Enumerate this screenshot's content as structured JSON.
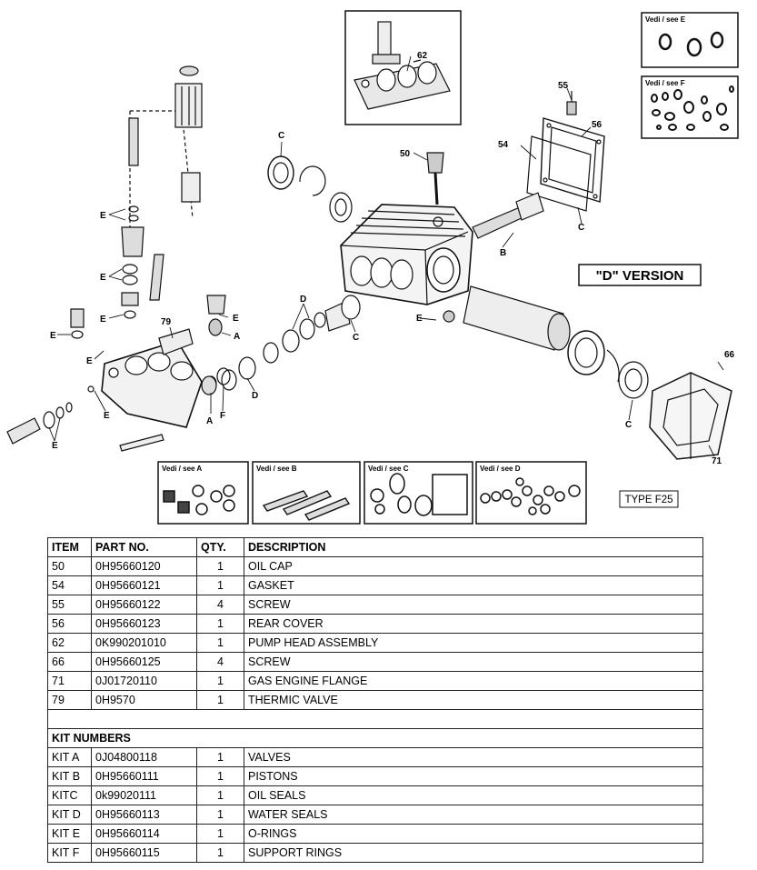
{
  "diagram": {
    "version_label": "\"D\" VERSION",
    "type_label": "TYPE F25",
    "kit_boxes": [
      {
        "title": "Vedi / see A"
      },
      {
        "title": "Vedi / see B"
      },
      {
        "title": "Vedi / see C"
      },
      {
        "title": "Vedi / see D"
      },
      {
        "title": "Vedi / see E"
      },
      {
        "title": "Vedi / see F"
      }
    ],
    "callouts": {
      "item_62": "62",
      "item_55": "55",
      "item_56": "56",
      "item_50": "50",
      "item_54": "54",
      "item_79": "79",
      "item_66": "66",
      "item_71": "71",
      "letter_a": "A",
      "letter_b": "B",
      "letter_c": "C",
      "letter_d": "D",
      "letter_e": "E",
      "letter_f": "F"
    }
  },
  "table": {
    "headers": [
      "ITEM",
      "PART NO.",
      "QTY.",
      "DESCRIPTION"
    ],
    "rows": [
      [
        "50",
        "0H95660120",
        "1",
        "OIL CAP"
      ],
      [
        "54",
        "0H95660121",
        "1",
        "GASKET"
      ],
      [
        "55",
        "0H95660122",
        "4",
        "SCREW"
      ],
      [
        "56",
        "0H95660123",
        "1",
        "REAR COVER"
      ],
      [
        "62",
        "0K990201010",
        "1",
        "PUMP HEAD ASSEMBLY"
      ],
      [
        "66",
        "0H95660125",
        "4",
        "SCREW"
      ],
      [
        "71",
        "0J01720110",
        "1",
        "GAS ENGINE FLANGE"
      ],
      [
        "79",
        "0H9570",
        "1",
        "THERMIC VALVE"
      ]
    ],
    "kit_heading": "KIT NUMBERS",
    "kit_rows": [
      [
        "KIT A",
        "0J04800118",
        "1",
        "VALVES"
      ],
      [
        "KIT B",
        "0H95660111",
        "1",
        "PISTONS"
      ],
      [
        "KITC",
        "0k99020111",
        "1",
        "OIL SEALS"
      ],
      [
        "KIT D",
        "0H95660113",
        "1",
        "WATER SEALS"
      ],
      [
        "KIT E",
        "0H95660114",
        "1",
        "O-RINGS"
      ],
      [
        "KIT F",
        "0H95660115",
        "1",
        "SUPPORT RINGS"
      ]
    ]
  }
}
